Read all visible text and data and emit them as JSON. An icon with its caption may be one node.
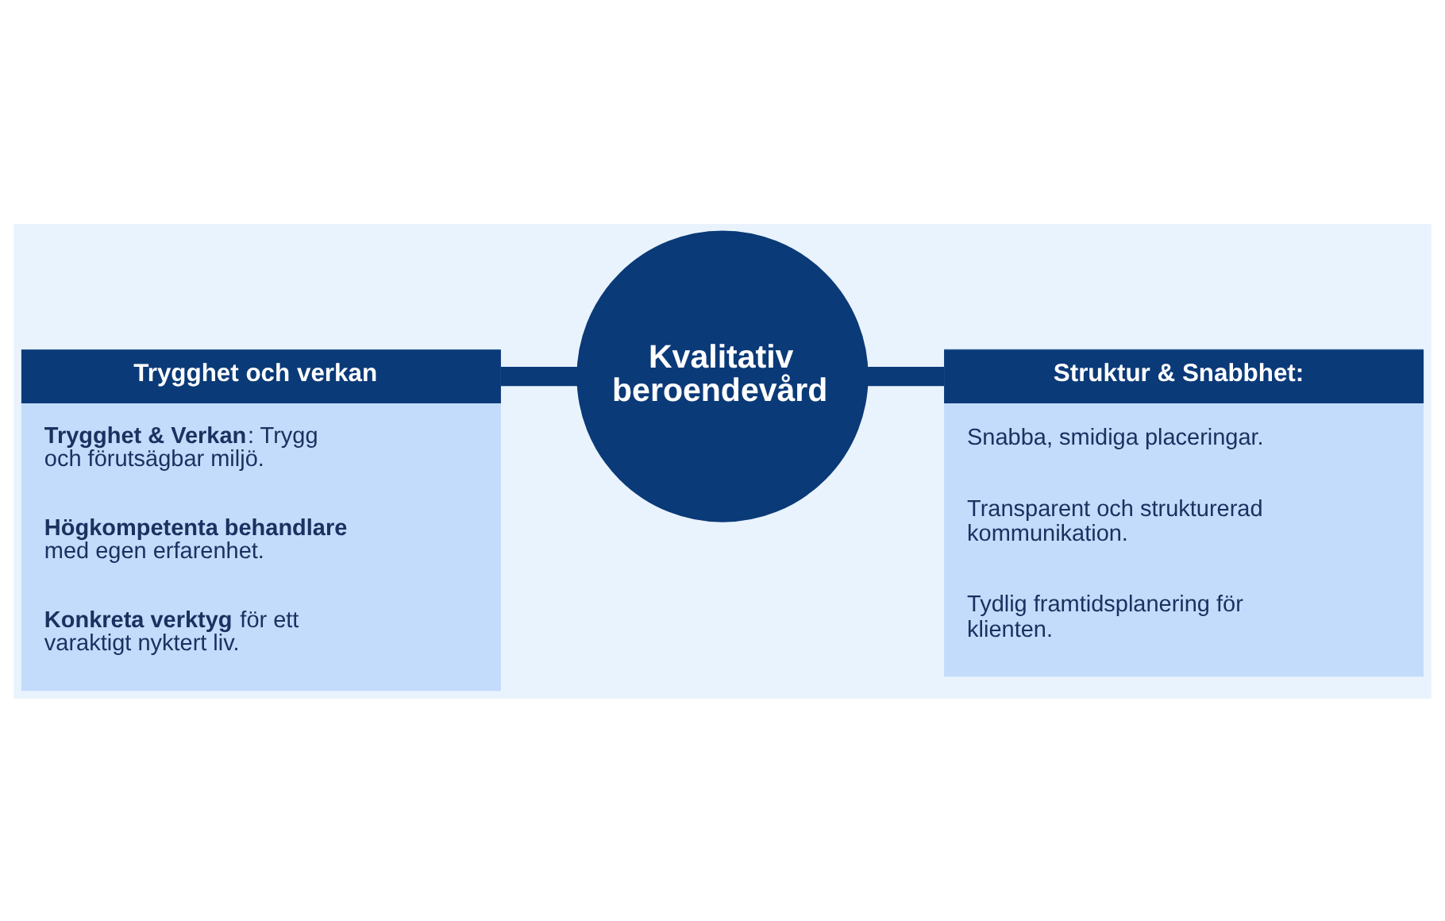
{
  "diagram": {
    "nodes": [
      {
        "text": [
          "Trygghet och verkan",
          "**Trygghet & Verkan**: Trygg och förutsägbar miljö.",
          "**Högkompetenta behandlare** med egen erfarenhet.",
          "**Konkreta verktyg** för ett varaktigt nyktert liv."
        ]
      },
      {
        "text": [
          "Kvalitativ beroendevård"
        ]
      },
      {
        "text": [
          "Struktur & Snabbhet:",
          "Snabba, smidiga placeringar.",
          "Transparent och strukturerad kommunikation.",
          "Tydlig framtidsplanering för klienten."
        ]
      }
    ],
    "edges": [
      {
        "from": 0,
        "to": 1,
        "arrow": "none"
      },
      {
        "from": 1,
        "to": 2,
        "arrow": "none"
      }
    ]
  }
}
